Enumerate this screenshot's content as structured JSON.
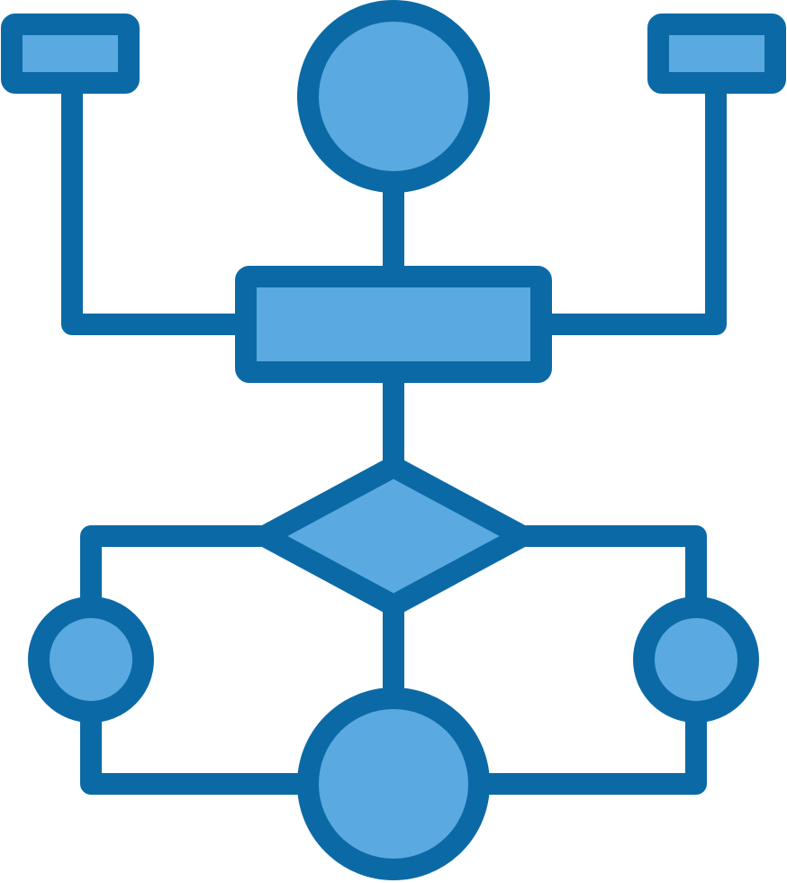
{
  "icon": {
    "name": "flowchart-icon",
    "colors": {
      "stroke": "#0b6aa6",
      "fill": "#5aa9e0",
      "background": "#ffffff"
    },
    "nodes": [
      {
        "id": "top-left-box",
        "shape": "rectangle"
      },
      {
        "id": "top-right-box",
        "shape": "rectangle"
      },
      {
        "id": "top-circle",
        "shape": "circle"
      },
      {
        "id": "process-box",
        "shape": "rectangle"
      },
      {
        "id": "decision-diamond",
        "shape": "diamond"
      },
      {
        "id": "left-circle",
        "shape": "circle"
      },
      {
        "id": "right-circle",
        "shape": "circle"
      },
      {
        "id": "bottom-circle",
        "shape": "circle"
      }
    ]
  }
}
